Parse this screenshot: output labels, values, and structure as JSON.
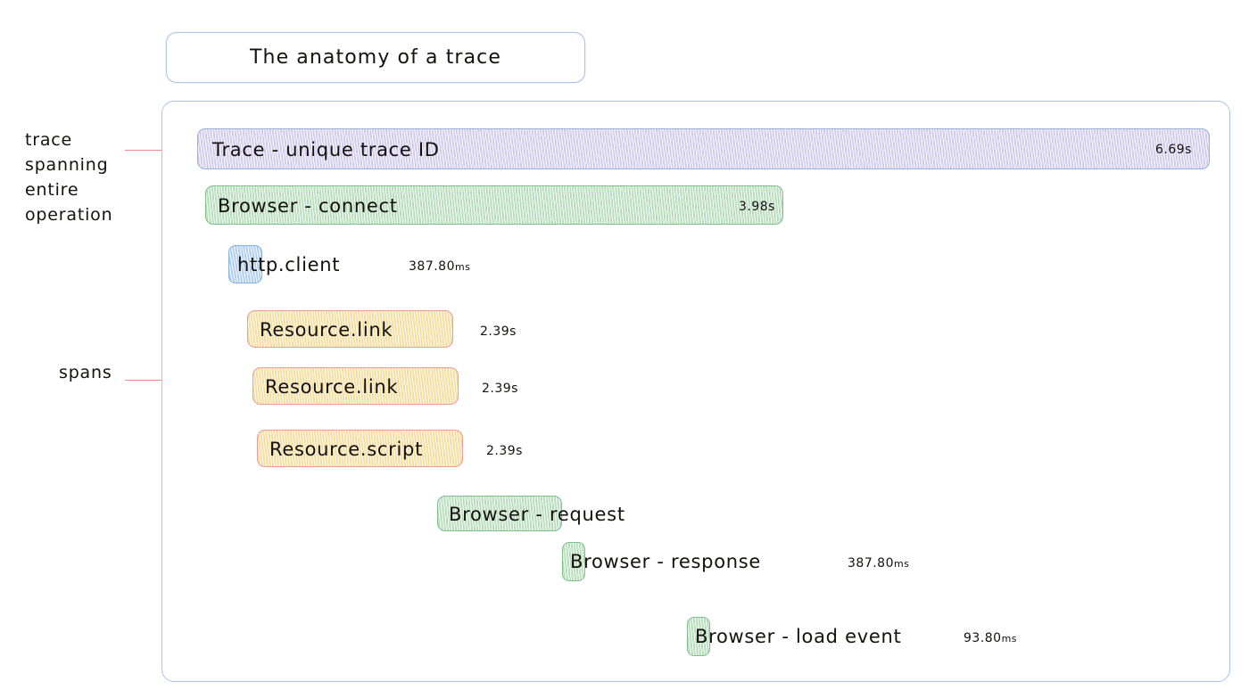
{
  "title": {
    "text": "The anatomy of a trace"
  },
  "annotations": [
    {
      "id": "trace-annotation",
      "lines": [
        "trace",
        "spanning",
        "entire",
        "operation"
      ]
    },
    {
      "id": "spans-annotation",
      "lines": [
        "spans"
      ]
    }
  ],
  "colors": {
    "container_border": "#a8c4e6",
    "title_border": "#aec6e8",
    "annotation_line": "#f08a8a",
    "trace_fill": "#e7e4f7",
    "trace_border": "#8fb4e0",
    "browser_fill": "#dff2e0",
    "browser_border": "#7dc08a",
    "http_fill": "#dceaf9",
    "http_border": "#7fb3e4",
    "resource_fill": "#fdf3d4",
    "resource_border": "#ef9a95"
  },
  "spans": [
    {
      "name": "trace-root",
      "label": "Trace - unique trace ID",
      "duration": "6.69s",
      "duration_unit": "",
      "duration_inside": true,
      "kind": "trace"
    },
    {
      "name": "browser-connect",
      "label": "Browser - connect",
      "duration": "3.98s",
      "duration_unit": "",
      "duration_inside": true,
      "kind": "browser"
    },
    {
      "name": "http-client",
      "label": "http.client",
      "duration": "387.80",
      "duration_unit": "ms",
      "duration_inside": false,
      "kind": "http"
    },
    {
      "name": "resource-link-1",
      "label": "Resource.link",
      "duration": "2.39s",
      "duration_unit": "",
      "duration_inside": false,
      "kind": "resource"
    },
    {
      "name": "resource-link-2",
      "label": "Resource.link",
      "duration": "2.39s",
      "duration_unit": "",
      "duration_inside": false,
      "kind": "resource"
    },
    {
      "name": "resource-script",
      "label": "Resource.script",
      "duration": "2.39s",
      "duration_unit": "",
      "duration_inside": false,
      "kind": "resource"
    },
    {
      "name": "browser-request",
      "label": "Browser - request",
      "duration": "",
      "duration_unit": "",
      "duration_inside": false,
      "kind": "browser"
    },
    {
      "name": "browser-response",
      "label": "Browser - response",
      "duration": "387.80",
      "duration_unit": "ms",
      "duration_inside": false,
      "kind": "browser"
    },
    {
      "name": "browser-load-event",
      "label": "Browser - load event",
      "duration": "93.80",
      "duration_unit": "ms",
      "duration_inside": false,
      "kind": "browser"
    }
  ]
}
